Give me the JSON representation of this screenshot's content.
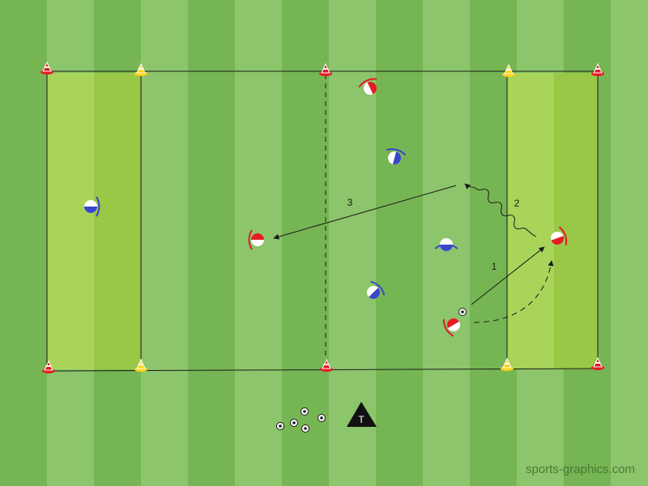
{
  "colors": {
    "stripe_light": "#8cc56b",
    "stripe_dark": "#76b553",
    "zone_light": "#a8d45a",
    "zone_dark": "#98c846",
    "team_red": "#e31b23",
    "team_blue": "#3a47c8",
    "cone_red": "#e31b23",
    "cone_yellow": "#ffd21a",
    "line": "#1a1a1a"
  },
  "labels": {
    "arrow_1": "1",
    "arrow_2": "2",
    "arrow_3": "3",
    "trainer": "T",
    "watermark": "sports-graphics.com"
  },
  "icons": {
    "player": "player-icon",
    "cone": "cone-icon",
    "ball": "ball-icon",
    "trainer": "trainer-triangle-icon"
  }
}
